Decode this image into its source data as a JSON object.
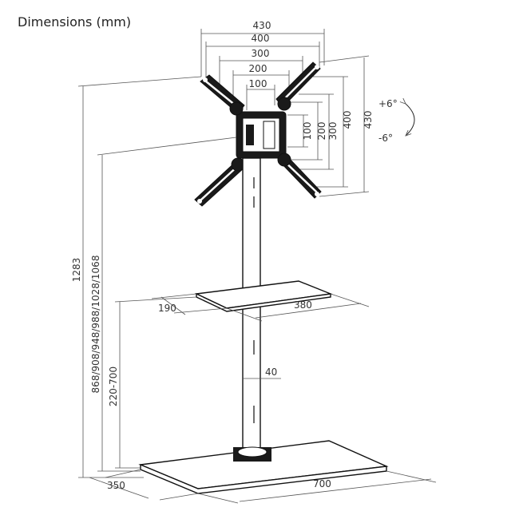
{
  "title": "Dimensions (mm)",
  "vesa": {
    "horizontal": [
      "430",
      "400",
      "300",
      "200",
      "100"
    ],
    "vertical": [
      "100",
      "200",
      "300",
      "400",
      "430"
    ]
  },
  "tilt": {
    "up": "+6°",
    "down": "-6°"
  },
  "heights": {
    "total": "1283",
    "mount_positions": "868/908/948/988/1028/1068",
    "shelf": "220-700"
  },
  "shelf": {
    "depth": "190",
    "width": "380"
  },
  "column": {
    "width": "40"
  },
  "base": {
    "depth": "350",
    "width": "700"
  }
}
